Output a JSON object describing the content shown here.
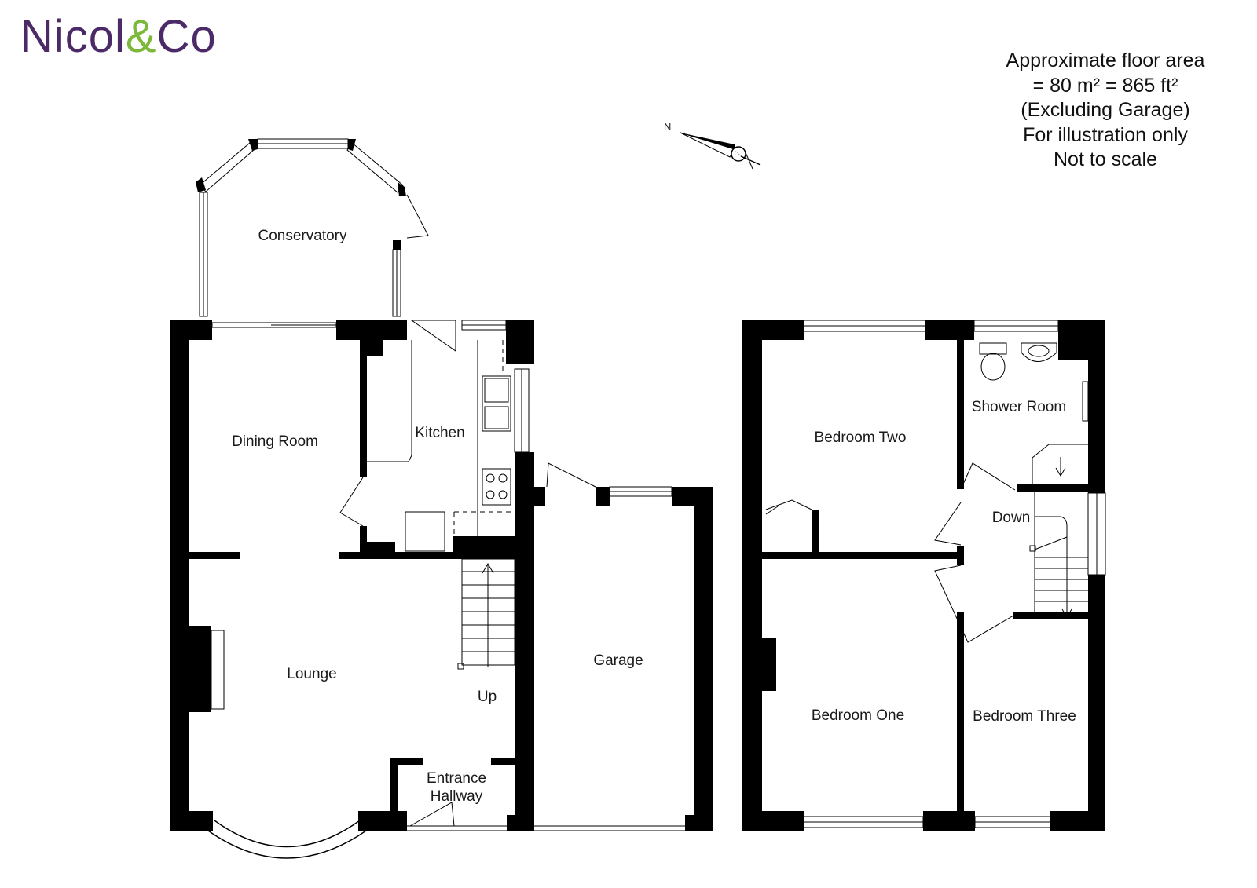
{
  "brand": {
    "name_part1": "Nicol",
    "name_amp": "&",
    "name_part2": "Co",
    "color_primary": "#4b2a67",
    "color_accent": "#7cb83a"
  },
  "floor_area": {
    "line1": "Approximate floor area",
    "line2": "= 80 m²   = 865 ft²",
    "line3": "(Excluding Garage)",
    "line4": "For illustration only",
    "line5": "Not to scale"
  },
  "compass": {
    "label": "N",
    "icon": "north-arrow-icon"
  },
  "rooms": {
    "conservatory": "Conservatory",
    "dining_room": "Dining Room",
    "kitchen": "Kitchen",
    "lounge": "Lounge",
    "entrance_hallway_1": "Entrance",
    "entrance_hallway_2": "Hallway",
    "up": "Up",
    "garage": "Garage",
    "bedroom_two": "Bedroom Two",
    "shower_room": "Shower Room",
    "down": "Down",
    "bedroom_one": "Bedroom One",
    "bedroom_three": "Bedroom Three"
  }
}
